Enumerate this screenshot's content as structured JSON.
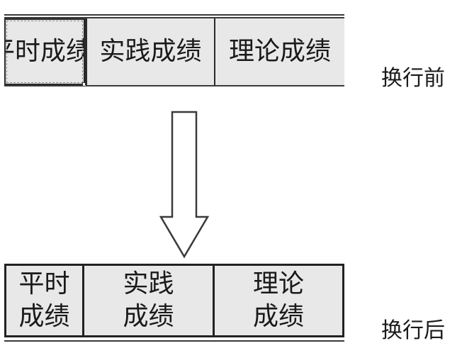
{
  "before": {
    "cells": [
      "平时成绩",
      "实践成绩",
      "理论成绩"
    ],
    "caption": "换行前"
  },
  "after": {
    "cells": [
      {
        "line1": "平时",
        "line2": "成绩"
      },
      {
        "line1": "实践",
        "line2": "成绩"
      },
      {
        "line1": "理论",
        "line2": "成绩"
      }
    ],
    "caption": "换行后"
  },
  "icons": {
    "arrow": "down-arrow-icon"
  }
}
